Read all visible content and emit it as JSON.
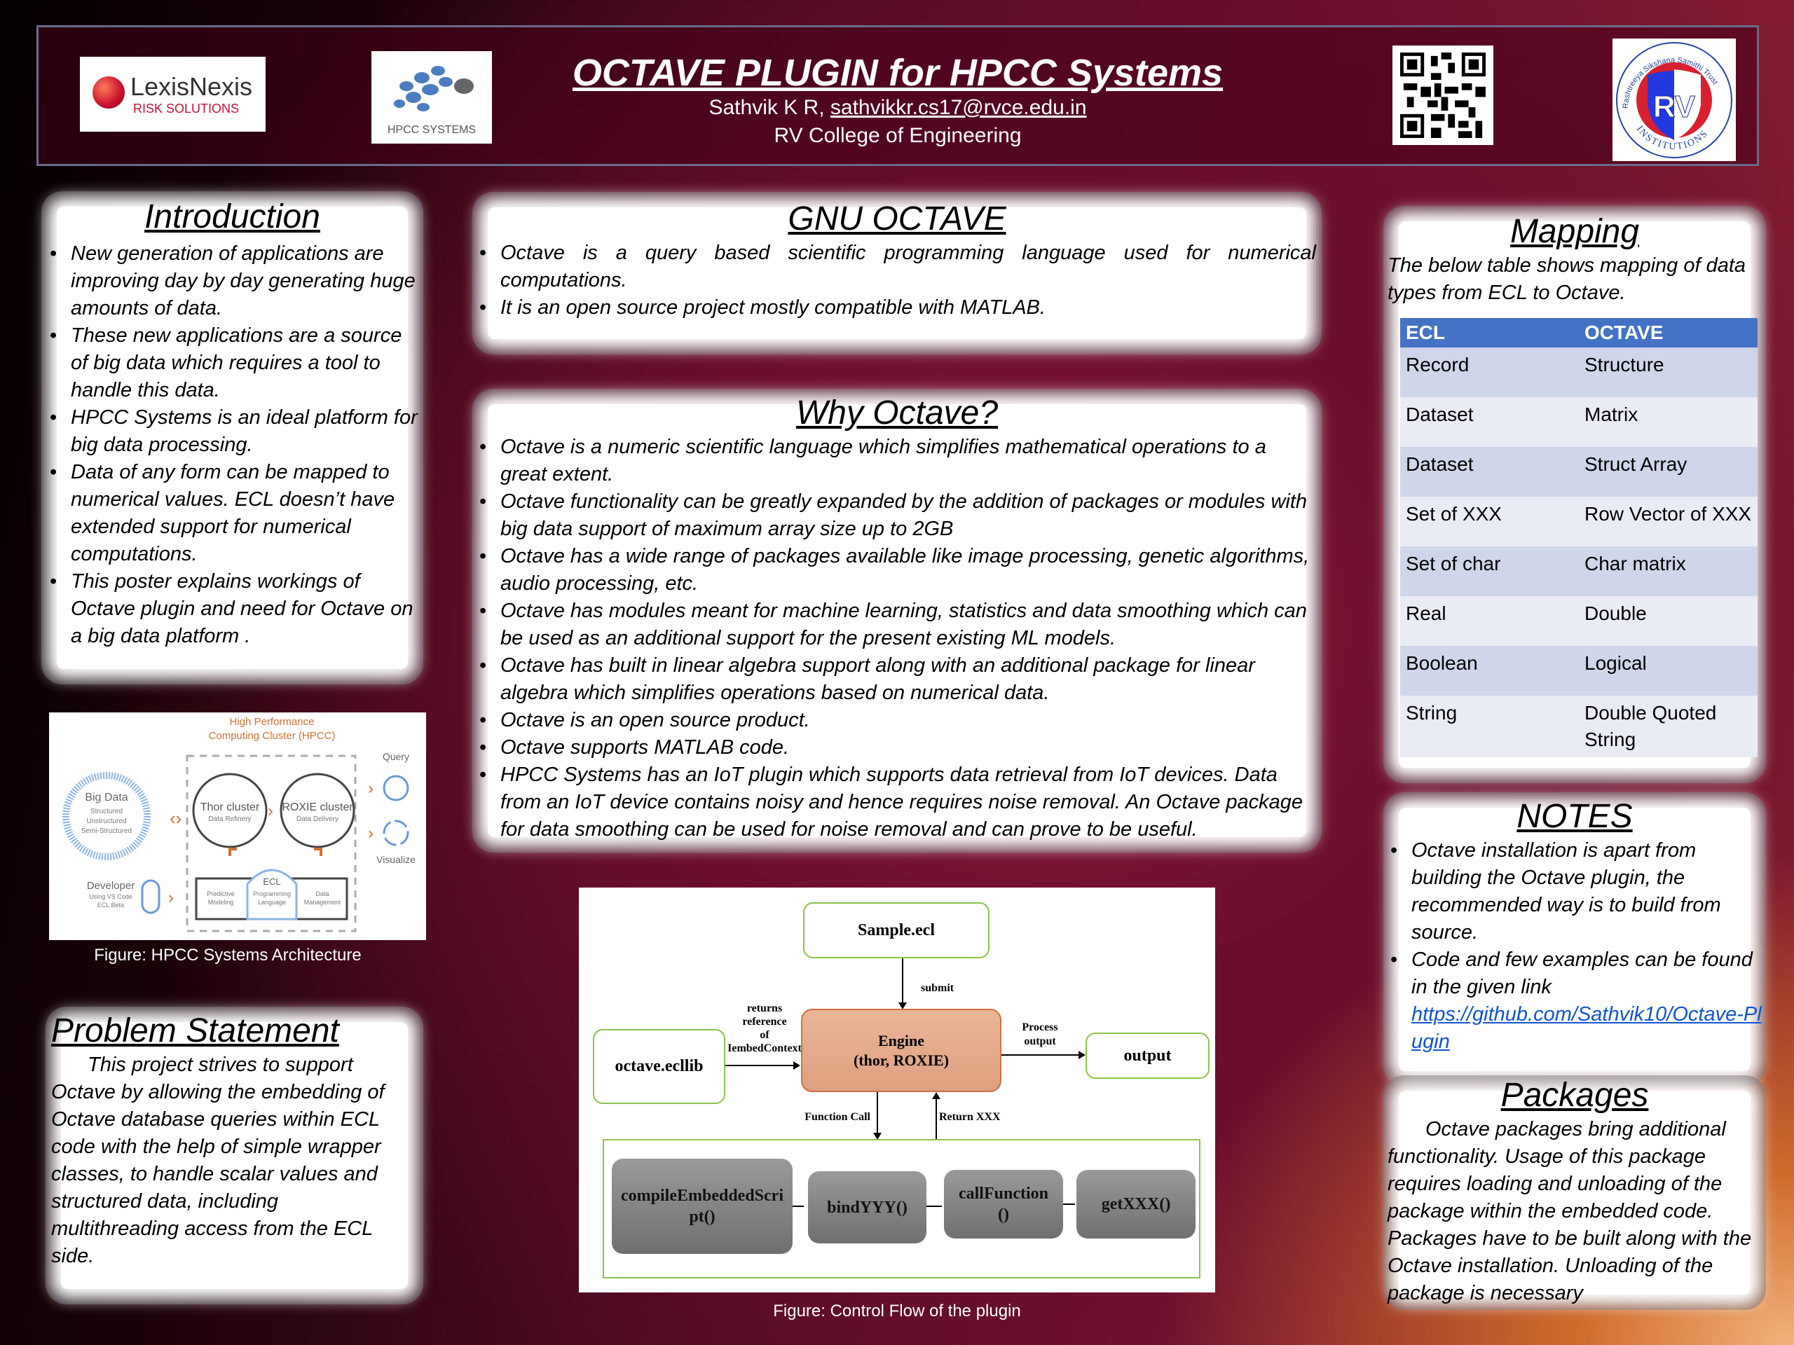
{
  "header": {
    "title": "OCTAVE PLUGIN for HPCC Systems",
    "author": "Sathvik K R, ",
    "email": "sathvikkr.cs17@rvce.edu.in",
    "college": "RV College of Engineering",
    "lexis_logo": {
      "name": "LexisNexis",
      "tagline": "RISK SOLUTIONS"
    },
    "hpcc_logo": {
      "name": "HPCC SYSTEMS"
    },
    "rv_logo": {
      "letters": "RV",
      "ring_top": "Rashtreeya Sikshana Samithi Trust",
      "ring_bottom": "INSTITUTIONS"
    }
  },
  "introduction": {
    "title": "Introduction",
    "bullets": [
      "New generation of applications are improving day by day generating huge amounts of data.",
      "These new applications are a source of big data which requires a tool to handle this data.",
      "HPCC Systems is an ideal platform for big data processing.",
      "Data of any form can be mapped to numerical values. ECL doesn’t have extended support for numerical computations.",
      "This poster explains workings of Octave plugin and need for Octave on a big data platform ."
    ]
  },
  "architecture_figure": {
    "caption": "Figure: HPCC Systems Architecture",
    "title_1": "High Performance",
    "title_2": "Computing Cluster (HPCC)",
    "big_data": "Big Data",
    "big_data_sub": [
      "Structured",
      "Unstructured",
      "Semi-Structured"
    ],
    "thor": "Thor cluster",
    "thor_sub": "Data Refinery",
    "roxie": "ROXIE cluster",
    "roxie_sub": "Data Delivery",
    "query": "Query",
    "visualize": "Visualize",
    "developer": "Developer",
    "developer_sub": [
      "Using VS Code",
      "ECL Beta"
    ],
    "predictive": [
      "Predictive",
      "Modeling"
    ],
    "ecl": "ECL",
    "ecl_sub": [
      "Programming",
      "Language"
    ],
    "data_mgmt": [
      "Data",
      "Management"
    ]
  },
  "problem_statement": {
    "title": "Problem Statement",
    "text": "This project strives to support Octave by allowing the embedding of Octave database queries within ECL code with the help of simple wrapper classes, to handle scalar values and structured data, including multithreading access from the ECL side."
  },
  "gnu_octave": {
    "title": "GNU OCTAVE",
    "bullets": [
      "Octave is a query based scientific programming language used for numerical computations.",
      "It is an open source project mostly compatible with MATLAB."
    ]
  },
  "why_octave": {
    "title": "Why Octave?",
    "bullets": [
      "Octave is a numeric scientific language which simplifies mathematical operations to a great extent.",
      "Octave functionality can be greatly expanded by the addition of packages or modules with big data support of maximum array size up to 2GB",
      "Octave has a wide range of packages available like image processing, genetic algorithms, audio processing, etc.",
      "Octave has modules meant for machine learning, statistics and data smoothing which can be used as an additional support for the present existing ML models.",
      "Octave has built in linear algebra support along with an additional package for linear algebra which simplifies operations based on numerical data.",
      "Octave is an open source product.",
      "Octave supports MATLAB code.",
      "HPCC Systems has an IoT plugin which supports data retrieval from IoT devices. Data from an IoT device contains noisy and hence requires noise removal. An Octave package for data smoothing can be used for noise removal and can prove to be useful."
    ]
  },
  "control_flow": {
    "caption": "Figure: Control Flow of the plugin",
    "sample": "Sample.ecl",
    "submit": "submit",
    "engine_1": "Engine",
    "engine_2": "(thor, ROXIE)",
    "ecllib": "octave.ecllib",
    "returns": [
      "returns",
      "reference",
      "of",
      "IembedContext"
    ],
    "process": [
      "Process",
      "output"
    ],
    "output": "output",
    "function_call": "Function Call",
    "return_xxx": "Return XXX",
    "steps": [
      "compileEmbeddedScri pt()",
      "bindYYY()",
      "callFunction ()",
      "getXXX()"
    ]
  },
  "mapping": {
    "title": "Mapping",
    "intro": "The below table shows mapping of data types from ECL to Octave.",
    "headers": [
      "ECL",
      "OCTAVE"
    ],
    "rows": [
      [
        "Record",
        "Structure"
      ],
      [
        "Dataset",
        "Matrix"
      ],
      [
        "Dataset",
        "Struct Array"
      ],
      [
        "Set of XXX",
        "Row Vector of XXX"
      ],
      [
        "Set of char",
        "Char matrix"
      ],
      [
        "Real",
        "Double"
      ],
      [
        "Boolean",
        "Logical"
      ],
      [
        "String",
        "Double Quoted String"
      ]
    ]
  },
  "notes": {
    "title": "NOTES",
    "bullet_1": "Octave installation is apart from building the Octave plugin, the recommended way is to build from source.",
    "bullet_2": "Code and few examples can be found in the given link",
    "link": "https://github.com/Sathvik10/Octave-Plugin"
  },
  "packages": {
    "title": "Packages",
    "text": "Octave packages bring additional functionality. Usage of this package requires loading and unloading of the package within the embedded code. Packages have to be built along with the Octave installation. Unloading of the package is necessary"
  },
  "colors": {
    "table_header": "#4472c4",
    "engine": "#e8a888",
    "diagram_border": "#8bc34a",
    "link": "#1155cc"
  }
}
